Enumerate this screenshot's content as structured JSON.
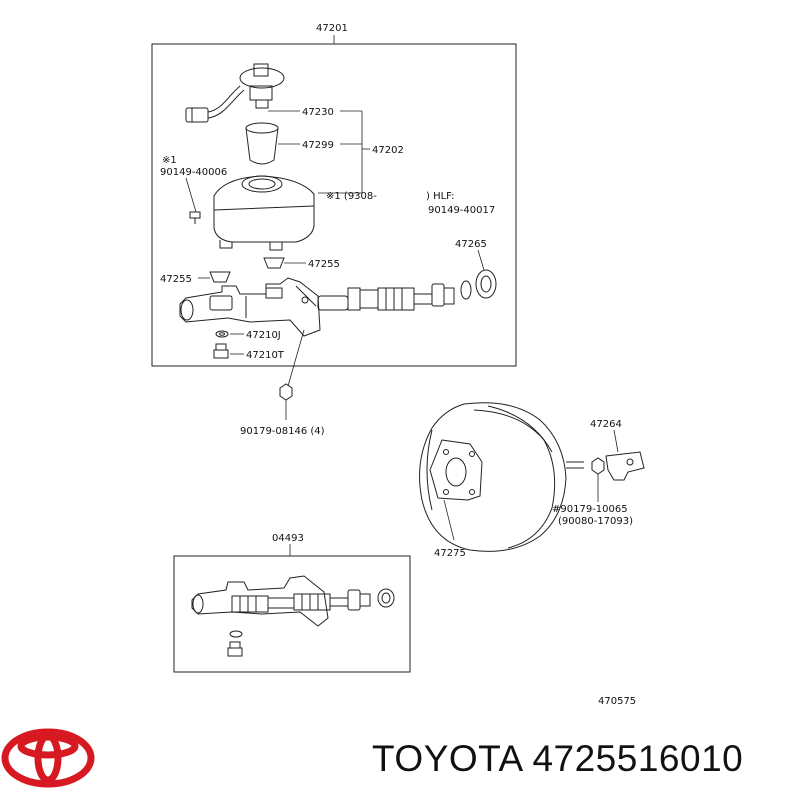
{
  "diagram": {
    "labels": {
      "assy_47201": "47201",
      "p47230": "47230",
      "p47299": "47299",
      "p47202": "47202",
      "note1_mark": "※1",
      "p90149_40006": "90149-40006",
      "note1_range": "※1 (9308-",
      "hlf": ") HLF:",
      "p90149_40017": "90149-40017",
      "p47265": "47265",
      "p47255_left": "47255",
      "p47255_right": "47255",
      "p47210j": "47210J",
      "p47210t": "47210T",
      "p90179_08146": "90179-08146 (4)",
      "p47264": "47264",
      "p90179_10065": "#90179-10065",
      "p90080_17093": "(90080-17093)",
      "p47275": "47275",
      "kit_04493": "04493",
      "ref_470575": "470575"
    }
  },
  "brand": {
    "name": "TOYOTA 4725516010",
    "logo_icon": "toyota-logo-icon",
    "logo_color": "#d71921"
  }
}
